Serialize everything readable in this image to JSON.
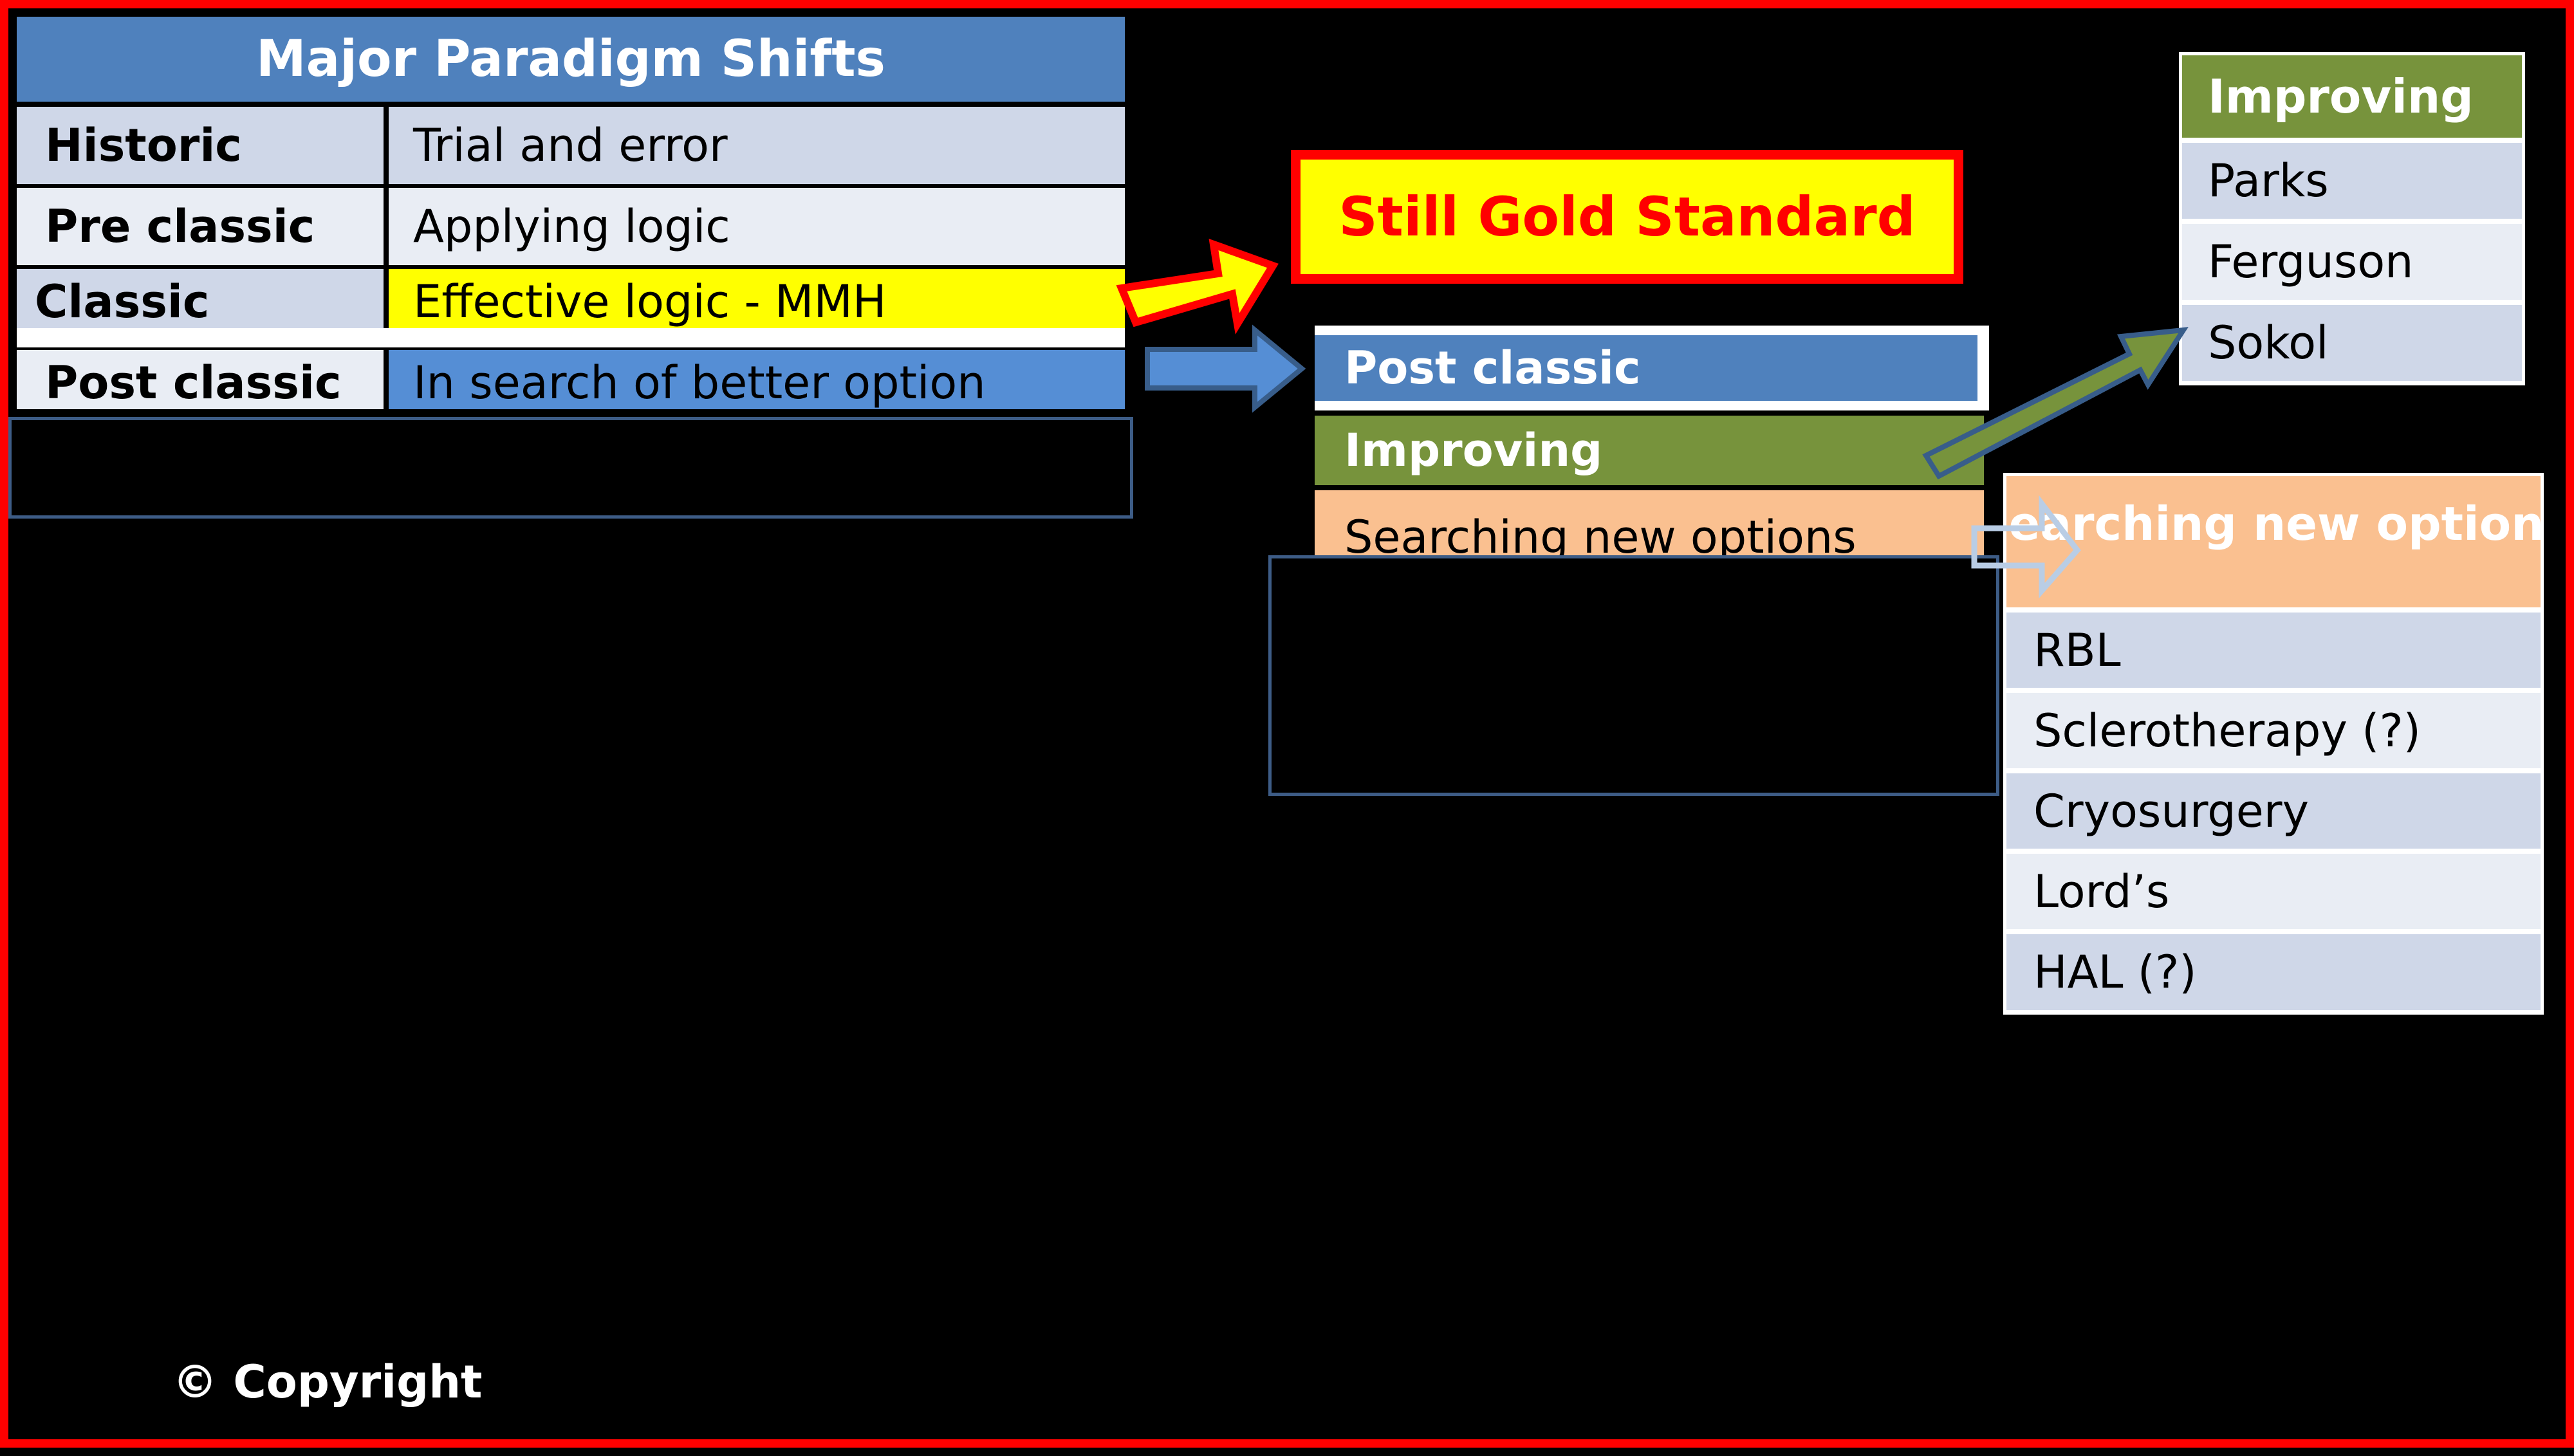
{
  "colors": {
    "frame": "#ff0000",
    "background": "#000000",
    "header_blue": "#4f81bd",
    "light_row": "#cfd7e8",
    "lighter_row": "#e9edf4",
    "highlight_yellow": "#ffff00",
    "bright_blue": "#558ed5",
    "green": "#77933c",
    "peach": "#fac090",
    "gold_text": "#ff0000"
  },
  "paradigm_table": {
    "title": "Major  Paradigm Shifts",
    "rows": [
      {
        "label": "Historic",
        "value": "Trial and error"
      },
      {
        "label": "Pre classic",
        "value": "Applying logic"
      },
      {
        "label": "Classic",
        "value": "Effective logic - MMH"
      },
      {
        "label": "Post classic",
        "value": "In search of better option"
      }
    ]
  },
  "gold_box": {
    "text": "Still Gold Standard"
  },
  "post_classic_table": {
    "rows": [
      "Post classic",
      "Improving",
      "Searching new options"
    ]
  },
  "improving_table": {
    "title": "Improving",
    "items": [
      "Parks",
      "Ferguson",
      "Sokol"
    ]
  },
  "searching_table": {
    "title": "Searching new options",
    "items": [
      "RBL",
      "Sclerotherapy (?)",
      "Cryosurgery",
      "Lord’s",
      "HAL (?)"
    ]
  },
  "footer": {
    "copyright": "©  Copyright"
  }
}
